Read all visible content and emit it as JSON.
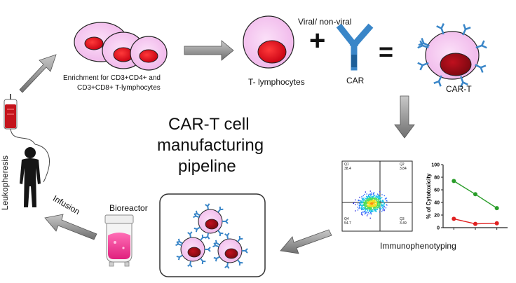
{
  "title": "CAR-T cell manufacturing pipeline",
  "title_lines": [
    "CAR-T cell",
    "manufacturing",
    "pipeline"
  ],
  "labels": {
    "enrichment_line1": "Enrichment for CD3+CD4+ and",
    "enrichment_line2": "CD3+CD8+ T-lymphocytes",
    "t_lymphocytes": "T- lymphocytes",
    "viral": "Viral/ non-viral",
    "car": "CAR",
    "car_t": "CAR-T",
    "immunophenotyping": "Immunophenotyping",
    "bioreactor": "Bioreactor",
    "infusion": "Infusion",
    "leukopheresis": "Leukopheresis"
  },
  "symbols": {
    "plus": "+",
    "equals": "="
  },
  "flow_quadrants": [
    {
      "name": "Q1",
      "value": "38.4"
    },
    {
      "name": "Q2",
      "value": "3.84"
    },
    {
      "name": "Q3",
      "value": "3.49"
    },
    {
      "name": "Q4",
      "value": "54.7"
    }
  ],
  "chart_data": {
    "type": "line",
    "ylabel": "% of Cytotoxicity",
    "ylim": [
      0,
      100
    ],
    "yticks": [
      0,
      20,
      40,
      60,
      80,
      100
    ],
    "x": [
      1,
      2,
      3
    ],
    "series": [
      {
        "values": [
          74,
          53,
          31
        ],
        "color": "#2a9d2a"
      },
      {
        "values": [
          14,
          6,
          7
        ],
        "color": "#e02020"
      }
    ]
  },
  "colors": {
    "cell_body": "#f6c6f2",
    "nucleus": "#e8101c",
    "nucleus_dark": "#a0101a",
    "car_blue": "#3a86c8",
    "arrow": "#8f8f8f"
  }
}
